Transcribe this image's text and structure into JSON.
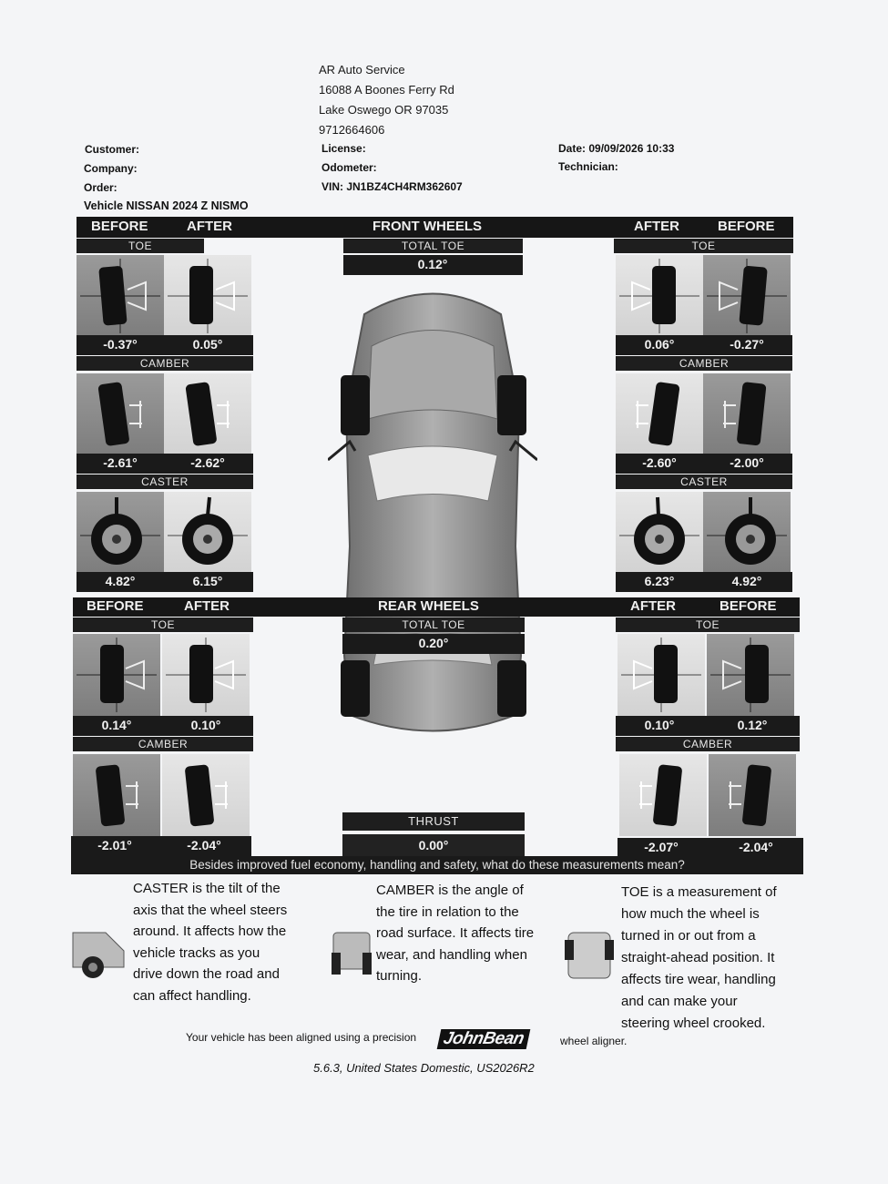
{
  "shop": {
    "name": "AR Auto Service",
    "street": "16088 A Boones Ferry Rd",
    "city": "Lake Oswego OR 97035",
    "phone": "9712664606"
  },
  "info": {
    "customer_label": "Customer:",
    "company_label": "Company:",
    "order_label": "Order:",
    "vehicle": "Vehicle NISSAN 2024 Z NISMO",
    "license_label": "License:",
    "odometer_label": "Odometer:",
    "vin": "VIN: JN1BZ4CH4RM362607",
    "date": "Date: 09/09/2026 10:33",
    "technician_label": "Technician:"
  },
  "labels": {
    "before": "BEFORE",
    "after": "AFTER",
    "toe": "TOE",
    "camber": "CAMBER",
    "caster": "CASTER",
    "total_toe": "TOTAL TOE",
    "thrust": "THRUST"
  },
  "front": {
    "title": "FRONT WHEELS",
    "total_toe": "0.12°",
    "left": {
      "toe_before": "-0.37°",
      "toe_after": "0.05°",
      "camber_before": "-2.61°",
      "camber_after": "-2.62°",
      "caster_before": "4.82°",
      "caster_after": "6.15°"
    },
    "right": {
      "toe_after": "0.06°",
      "toe_before": "-0.27°",
      "camber_after": "-2.60°",
      "camber_before": "-2.00°",
      "caster_after": "6.23°",
      "caster_before": "4.92°"
    }
  },
  "rear": {
    "title": "REAR WHEELS",
    "total_toe": "0.20°",
    "thrust": "0.00°",
    "left": {
      "toe_before": "0.14°",
      "toe_after": "0.10°",
      "camber_before": "-2.01°",
      "camber_after": "-2.04°"
    },
    "right": {
      "toe_after": "0.10°",
      "toe_before": "0.12°",
      "camber_after": "-2.07°",
      "camber_before": "-2.04°"
    }
  },
  "question": "Besides improved fuel economy, handling and safety, what do these measurements mean?",
  "explanations": {
    "caster": [
      "CASTER is the tilt of the",
      "axis that the wheel steers",
      "around. It affects how the",
      "vehicle tracks as you",
      "drive down the road and",
      "can affect handling."
    ],
    "camber": [
      "CAMBER is the angle of",
      "the tire in relation to the",
      "road surface. It affects tire",
      "wear, and handling when",
      "turning."
    ],
    "toe": [
      "TOE is a measurement of",
      "how much the wheel is",
      "turned in or out from a",
      "straight-ahead position. It",
      "affects tire wear, handling",
      "and can make your",
      "steering wheel crooked."
    ]
  },
  "footer": {
    "prefix": "Your vehicle has been aligned using a precision",
    "brand": "JohnBean",
    "suffix": "wheel aligner.",
    "version": "5.6.3, United States Domestic, US2026R2"
  },
  "colors": {
    "bar": "#161616",
    "before_cell": "#8a8a8a",
    "after_cell": "#dcdcdc",
    "car_body": "#8d8d8d"
  }
}
